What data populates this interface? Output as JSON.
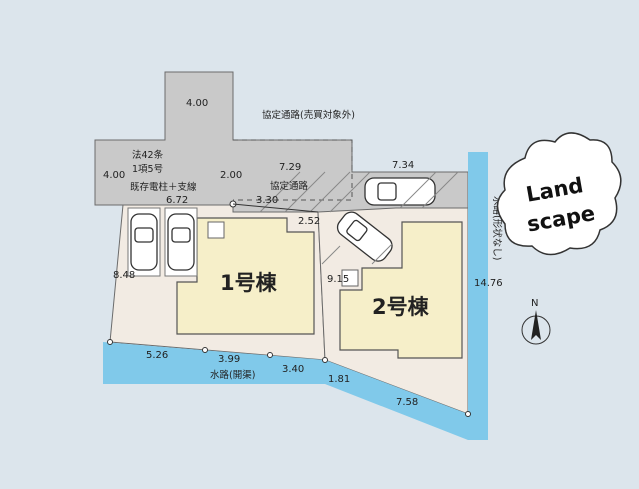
{
  "colors": {
    "background": "#dce5ec",
    "road": "#c9c9c9",
    "lot": "#f2ebe3",
    "building": "#f6efc9",
    "water": "#80c9ea",
    "parking": "#ffffff",
    "line": "#6b6b6b"
  },
  "labels": {
    "easement_note": "法42条",
    "easement_note2": "1項5号",
    "pole_note": "既存電柱＋支線",
    "agreement_road_excluded": "協定通路(売買対象外)",
    "agreement_road": "協定通路",
    "building_1": "1号棟",
    "building_2": "2号棟",
    "waterway_bottom": "水路(開渠)",
    "waterway_right": "水路(形状なし)",
    "north": "N"
  },
  "dimensions": {
    "d_400_top": "4.00",
    "d_400_left": "4.00",
    "d_200": "2.00",
    "d_729": "7.29",
    "d_734": "7.34",
    "d_672": "6.72",
    "d_330": "3.30",
    "d_252": "2.52",
    "d_848": "8.48",
    "d_915": "9.15",
    "d_1476": "14.76",
    "d_526": "5.26",
    "d_399": "3.99",
    "d_340": "3.40",
    "d_181": "1.81",
    "d_758": "7.58"
  },
  "logo": {
    "line1": "Land",
    "line2": "scape"
  }
}
